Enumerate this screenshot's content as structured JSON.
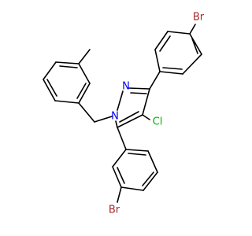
{
  "molecule": {
    "atoms": {
      "br_top": "Br",
      "br_bottom": "Br",
      "n1": "N",
      "n2": "N",
      "cl": "Cl"
    },
    "colors": {
      "bromine": "#A52A2A",
      "nitrogen": "#0000FF",
      "chlorine": "#00B400",
      "bond": "#000000"
    }
  }
}
